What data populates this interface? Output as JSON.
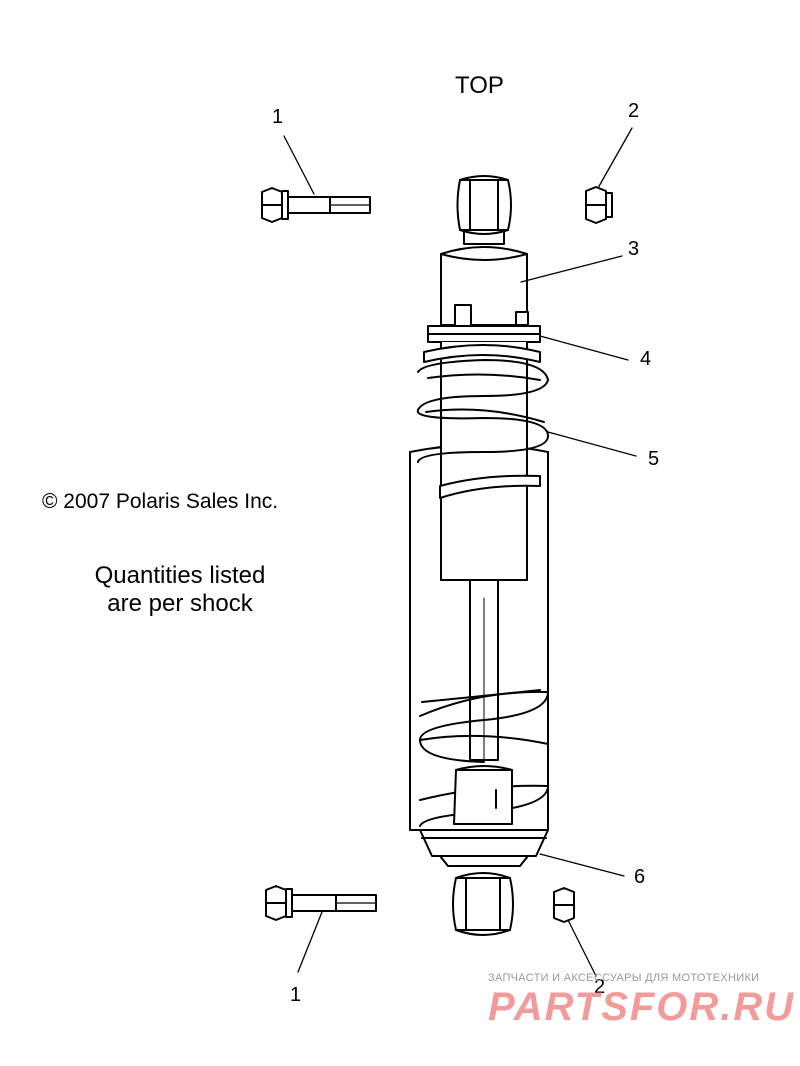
{
  "orientation_label": "TOP",
  "callouts": [
    "1",
    "2",
    "3",
    "4",
    "5",
    "6",
    "1",
    "2"
  ],
  "copyright": "© 2007 Polaris Sales Inc.",
  "note_line1": "Quantities listed",
  "note_line2": "are per shock",
  "watermark": {
    "tagline": "ЗАПЧАСТИ И АКСЕССУАРЫ ДЛЯ МОТОТЕХНИКИ",
    "brand": "PARTSFOR.RU",
    "color": "#f08a8a"
  },
  "parts": [
    {
      "callout": "1",
      "name": "bolt"
    },
    {
      "callout": "2",
      "name": "nut"
    },
    {
      "callout": "3",
      "name": "shock-body"
    },
    {
      "callout": "4",
      "name": "spring-retainer"
    },
    {
      "callout": "5",
      "name": "spring"
    },
    {
      "callout": "6",
      "name": "spring-seat"
    }
  ]
}
